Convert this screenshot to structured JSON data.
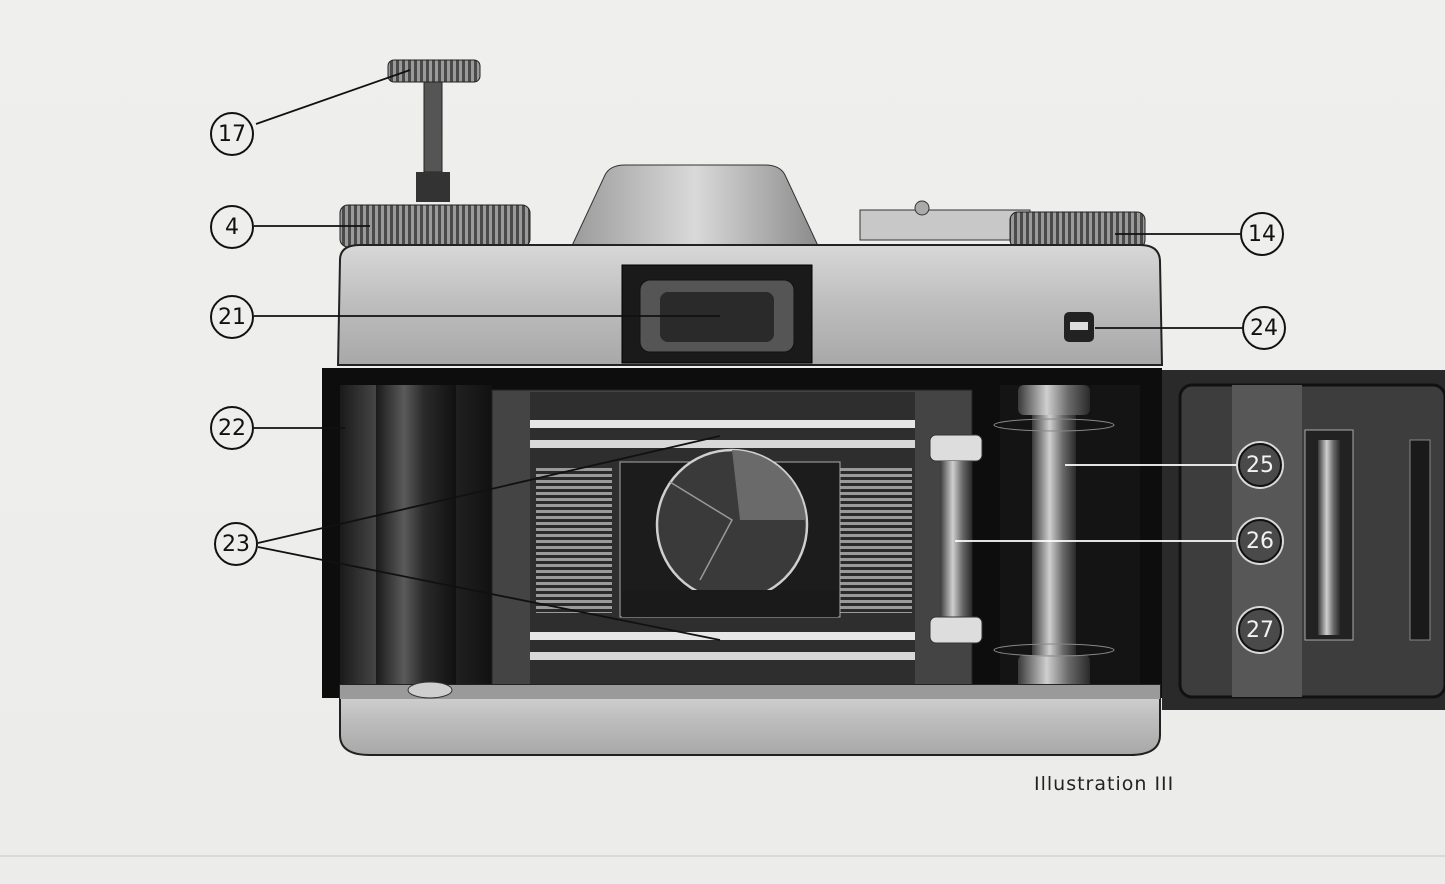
{
  "document": {
    "caption": "Illustration III",
    "callouts": [
      {
        "id": "17",
        "label": "17",
        "style": "light"
      },
      {
        "id": "4",
        "label": "4",
        "style": "light"
      },
      {
        "id": "14",
        "label": "14",
        "style": "light"
      },
      {
        "id": "21",
        "label": "21",
        "style": "light"
      },
      {
        "id": "24",
        "label": "24",
        "style": "light"
      },
      {
        "id": "22",
        "label": "22",
        "style": "light"
      },
      {
        "id": "23",
        "label": "23",
        "style": "light"
      },
      {
        "id": "25",
        "label": "25",
        "style": "dark"
      },
      {
        "id": "26",
        "label": "26",
        "style": "dark"
      },
      {
        "id": "27",
        "label": "27",
        "style": "dark"
      }
    ]
  }
}
